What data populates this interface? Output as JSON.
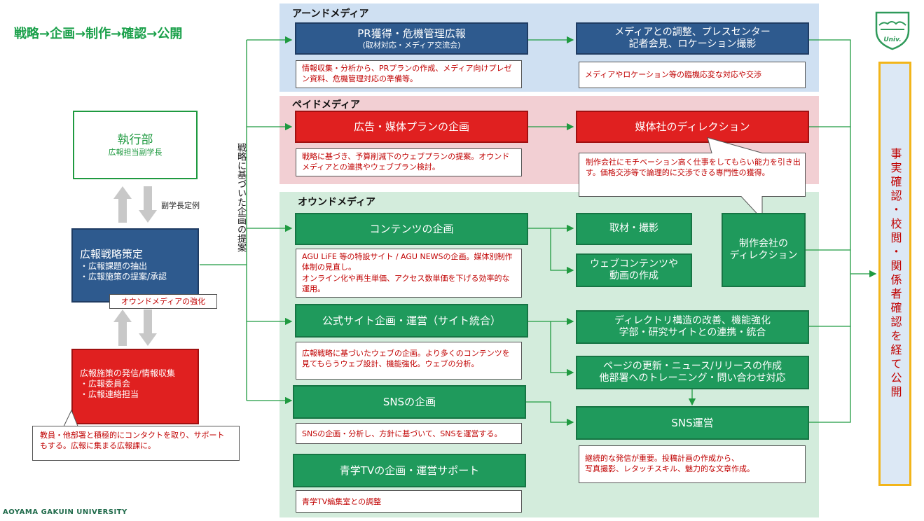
{
  "header": {
    "flow_title": "戦略→企画→制作→確認→公開",
    "university": "AOYAMA GAKUIN UNIVERSITY",
    "logo_text": "Univ."
  },
  "left": {
    "exec_title": "執行部",
    "exec_sub": "広報担当副学長",
    "regular_label": "副学長定例",
    "strategy_title": "広報戦略策定",
    "strategy_item1": "・広報課題の抽出",
    "strategy_item2": "・広報施策の提案/承認",
    "owned_strength": "オウンドメディアの強化",
    "dispatch_title": "広報施策の発信/情報収集",
    "dispatch_item1": "・広報委員会",
    "dispatch_item2": "・広報連絡担当",
    "contact_note": "教員・他部署と積極的にコンタクトを取り、サポートもする。広報に集まる広報課に。",
    "vertical_label": "戦略に基づいた企画の提案"
  },
  "earned": {
    "label": "アーンドメディア",
    "pr_title": "PR獲得・危機管理広報",
    "pr_sub": "(取材対応・メディア交流会)",
    "pr_note": "情報収集・分析から、PRプランの作成、メディア向けプレゼン資料、危機管理対応の準備等。",
    "media_title1": "メディアとの調整、プレスセンター",
    "media_title2": "記者会見、ロケーション撮影",
    "media_note": "メディアやロケーション等の臨機応変な対応や交渉"
  },
  "paid": {
    "label": "ペイドメディア",
    "ad_title": "広告・媒体プランの企画",
    "ad_note": "戦略に基づき、予算削減下のウェブプランの提案。オウンドメディアとの連携やウェブプラン検討。",
    "direction_title": "媒体社のディレクション",
    "direction_note": "制作会社にモチベーション高く仕事をしてもらい能力を引き出す。価格交渉等で論理的に交渉できる専門性の獲得。"
  },
  "owned": {
    "label": "オウンドメディア",
    "content_title": "コンテンツの企画",
    "content_note1": "AGU LiFE 等の特設サイト / AGU NEWSの企画。媒体別制作体制の見直し。",
    "content_note2": "オンライン化や再生単価、アクセス数単価を下げる効率的な運用。",
    "interview": "取材・撮影",
    "web_content1": "ウェブコンテンツや",
    "web_content2": "動画の作成",
    "production1": "制作会社の",
    "production2": "ディレクション",
    "site_title": "公式サイト企画・運営（サイト統合）",
    "site_note": "広報戦略に基づいたウェブの企画。より多くのコンテンツを見てもらうウェブ設計、機能強化。ウェブの分析。",
    "directory1": "ディレクトリ構造の改善、機能強化",
    "directory2": "学部・研究サイトとの連携・統合",
    "update1": "ページの更新・ニュース/リリースの作成",
    "update2": "他部署へのトレーニング・問い合わせ対応",
    "sns_title": "SNSの企画",
    "sns_note": "SNSの企画・分析し、方針に基づいて、SNSを運営する。",
    "sns_ops": "SNS運営",
    "sns_ops_note1": "継続的な発信が重要。投稿計画の作成から、",
    "sns_ops_note2": "写真撮影、レタッチスキル、魅力的な文章作成。",
    "tv_title": "青学TVの企画・運営サポート",
    "tv_note": "青学TV編集室との調整"
  },
  "publish": {
    "text": "事実確認・校閲・関係者確認を経て公開"
  },
  "colors": {
    "title_green": "#1aa04a",
    "earned_bg": "#cfe0f2",
    "paid_bg": "#f2cfd3",
    "owned_bg": "#d3ecdc",
    "publish_border": "#f2b51a",
    "arrow_green": "#1f9a40"
  }
}
